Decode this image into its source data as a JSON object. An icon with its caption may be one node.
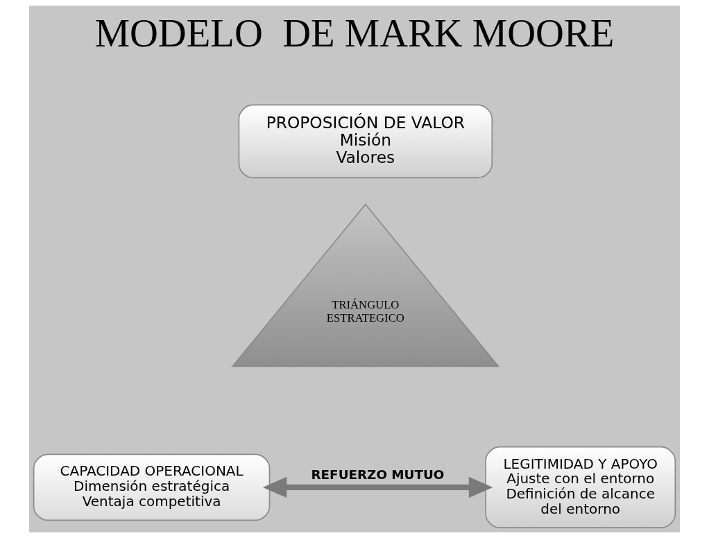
{
  "diagram": {
    "title": "MODELO  DE MARK MOORE",
    "nodes": [
      {
        "text": [
          "PROPOSICIÓN DE VALOR",
          "Misión",
          "Valores"
        ]
      },
      {
        "text": [
          "TRIÁNGULO ESTRATEGICO"
        ]
      },
      {
        "text": [
          "CAPACIDAD OPERACIONAL",
          "Dimensión estratégica",
          "Ventaja competitiva"
        ]
      },
      {
        "text": [
          "LEGITIMIDAD Y APOYO",
          "Ajuste con el entorno Definición de alcance del entorno"
        ]
      }
    ],
    "edges": [
      {
        "from": 2,
        "to": 3,
        "arrow": "both",
        "label": "REFUERZO MUTUO"
      }
    ]
  }
}
